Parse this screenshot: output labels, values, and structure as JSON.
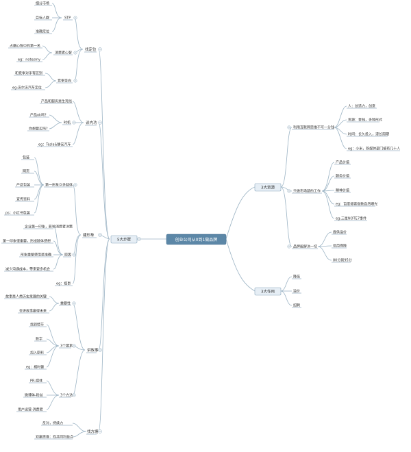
{
  "root": {
    "label": "创业公司从0到1做品牌"
  },
  "branches": {
    "steps": {
      "label": "5大步骤",
      "positioning": {
        "label": "找定位",
        "stp": {
          "label": "STP",
          "items": [
            "细分市场",
            "目标人群",
            "准确定位"
          ]
        },
        "mind": {
          "label": "消费者心智",
          "items": [
            "占据心智中的第一名",
            "eg：notesmy"
          ]
        },
        "compete": {
          "label": "竞争导向",
          "items": [
            "和竞争对手有区别",
            "eg:沃尔沃汽车定位"
          ]
        }
      },
      "inside": {
        "label": "谈内功",
        "items": [
          "产品和服务是生死线",
          "eg：Tesla&静安汽车"
        ],
        "timing": {
          "label": "时机",
          "items": [
            "产品ok吗？",
            "你想要买吗？"
          ]
        }
      },
      "assets": {
        "label": "建形象",
        "first": {
          "label": "第一形象众多载体",
          "items": [
            "包装",
            "网页",
            "产品包装",
            "宣传资料",
            "ps：小红书包装"
          ]
        },
        "reason": {
          "label": "原因",
          "items": [
            "企业第一印象，影响消费者决策",
            "第一印象很重要，形成肢体感想",
            "形象重塑使用是准确",
            "减少沟通成本，带来更多机会"
          ]
        },
        "example": "eg：视事"
      },
      "story": {
        "label": "讲故事",
        "importance": {
          "label": "重要性",
          "items": [
            "故事是人类历史发展的关键",
            "会讲故事赢得未来"
          ]
        },
        "elements": {
          "label": "3个要素",
          "items": [
            "找到情节",
            "数字",
            "加入原料",
            "eg：褚时健"
          ]
        },
        "methods": {
          "label": "3个方法",
          "items": [
            "PR-媒体",
            "微博体-粉丝",
            "用户运营-消费者"
          ]
        }
      },
      "persist": {
        "label": "找方塘",
        "items": [
          "反对，持续力",
          "双赢思维：找共同利益点"
        ]
      }
    },
    "resources": {
      "label": "3大资源",
      "mindset": {
        "label": "利用互联网思维不可一分钱",
        "items": [
          "人：创造力，创意",
          "资源：金钱，多种形式",
          "时间：长久投入，漫长周期",
          "eg：小米，新媒体部门被有几十人"
        ]
      },
      "market": {
        "label": "只做市场部的工作",
        "items": [
          "产品价值",
          "服务价值",
          "精神价值",
          "eg：百度搜索指数自然曝光",
          "eg:三星NOTE7事件"
        ]
      },
      "strategy": {
        "label": "品牌能解决一切",
        "items": [
          "提供溢价",
          "信用保障",
          "80分到95分"
        ]
      }
    },
    "effects": {
      "label": "3大作用",
      "items": [
        "降低",
        "溢价",
        "招聘"
      ]
    }
  }
}
